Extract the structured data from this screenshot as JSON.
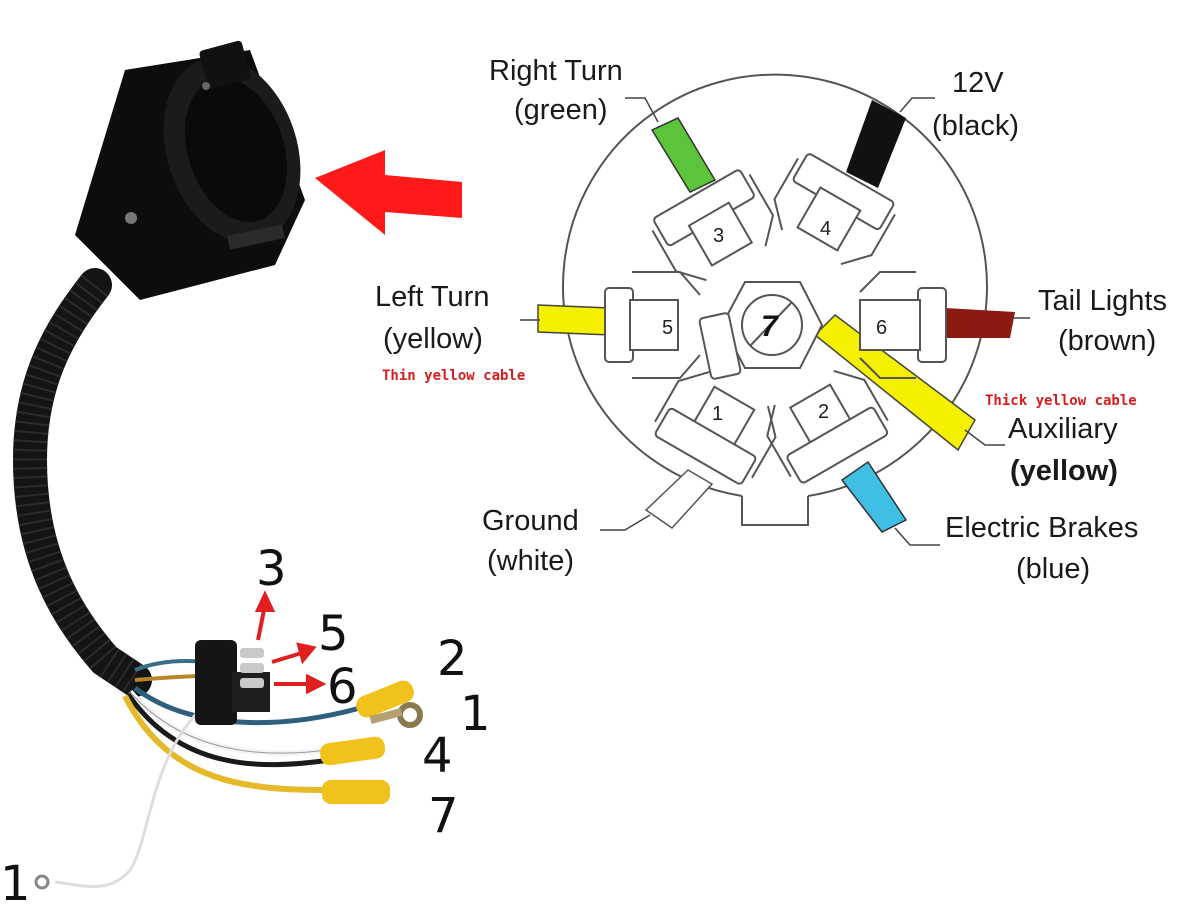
{
  "labels": {
    "right_turn": "Right Turn",
    "right_turn_color": "(green)",
    "twelve_v": "12V",
    "twelve_v_color": "(black)",
    "left_turn": "Left Turn",
    "left_turn_color": "(yellow)",
    "thin_cable_note": "Thin yellow cable",
    "tail_lights": "Tail Lights",
    "tail_lights_color": "(brown)",
    "thick_cable_note": "Thick yellow cable",
    "auxiliary": "Auxiliary",
    "auxiliary_color": "(yellow)",
    "ground": "Ground",
    "ground_color": "(white)",
    "electric_brakes": "Electric Brakes",
    "electric_brakes_color": "(blue)"
  },
  "pins": {
    "p1": "1",
    "p2": "2",
    "p3": "3",
    "p4": "4",
    "p5": "5",
    "p6": "6",
    "p7": "7"
  },
  "photo_numbers": {
    "flat_top": "3",
    "flat_mid": "5",
    "flat_bottom": "6",
    "ring_term": "2",
    "ring_eye": "1",
    "blade_white": "4",
    "blade_yellow": "7",
    "ground_eyelet": "1"
  },
  "colors": {
    "green": "#5cc43a",
    "black": "#111111",
    "yellow": "#f4f000",
    "brown": "#8b1a10",
    "blue": "#3fbfe3",
    "white": "#ffffff",
    "arrow_red": "#ff1a1a",
    "note_red": "#d61c1c"
  },
  "icons": {
    "pointer": "red-arrow-icon",
    "connector": "seven-way-connector-icon",
    "plug": "four-flat-plug-icon"
  }
}
